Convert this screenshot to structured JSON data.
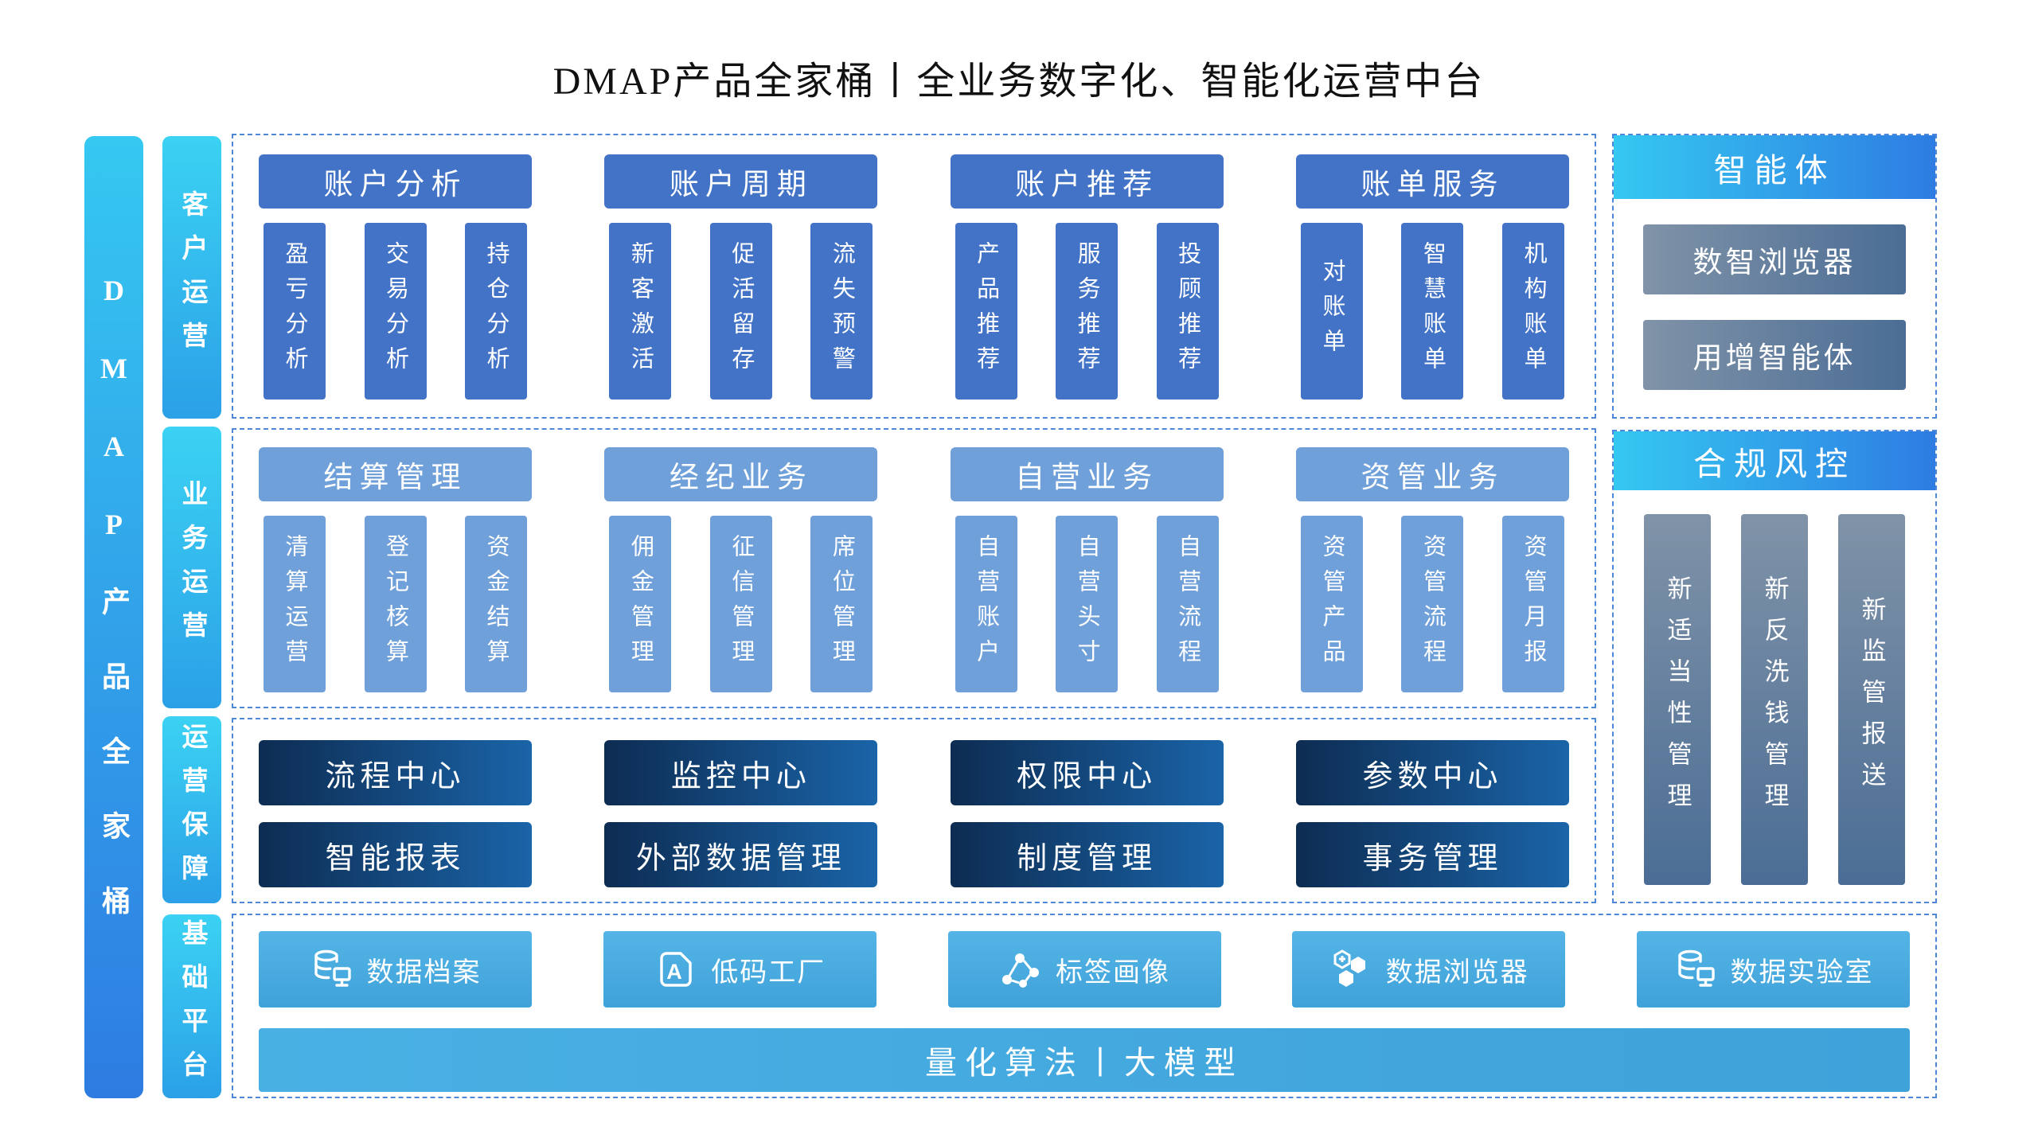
{
  "title": "DMAP产品全家桶丨全业务数字化、智能化运营中台",
  "left_bar": "DMAP产品全家桶",
  "row_labels": [
    "客户运营",
    "业务运营",
    "运营保障",
    "基础平台"
  ],
  "sections": {
    "customer_ops": {
      "groups": [
        {
          "header": "账户分析",
          "items": [
            "盈亏分析",
            "交易分析",
            "持仓分析"
          ]
        },
        {
          "header": "账户周期",
          "items": [
            "新客激活",
            "促活留存",
            "流失预警"
          ]
        },
        {
          "header": "账户推荐",
          "items": [
            "产品推荐",
            "服务推荐",
            "投顾推荐"
          ]
        },
        {
          "header": "账单服务",
          "items": [
            "对账单",
            "智慧账单",
            "机构账单"
          ]
        }
      ]
    },
    "business_ops": {
      "groups": [
        {
          "header": "结算管理",
          "items": [
            "清算运营",
            "登记核算",
            "资金结算"
          ]
        },
        {
          "header": "经纪业务",
          "items": [
            "佣金管理",
            "征信管理",
            "席位管理"
          ]
        },
        {
          "header": "自营业务",
          "items": [
            "自营账户",
            "自营头寸",
            "自营流程"
          ]
        },
        {
          "header": "资管业务",
          "items": [
            "资管产品",
            "资管流程",
            "资管月报"
          ]
        }
      ]
    },
    "ops_support": {
      "rows": [
        [
          "流程中心",
          "监控中心",
          "权限中心",
          "参数中心"
        ],
        [
          "智能报表",
          "外部数据管理",
          "制度管理",
          "事务管理"
        ]
      ]
    },
    "base_platform": {
      "items": [
        {
          "label": "数据档案",
          "icon": "database-monitor-icon"
        },
        {
          "label": "低码工厂",
          "icon": "lowcode-a-icon"
        },
        {
          "label": "标签画像",
          "icon": "network-nodes-icon"
        },
        {
          "label": "数据浏览器",
          "icon": "hexagon-cluster-icon"
        },
        {
          "label": "数据实验室",
          "icon": "database-monitor-icon"
        }
      ],
      "bottom_bar": "量化算法丨大模型"
    },
    "agent_panel": {
      "header": "智能体",
      "items": [
        "数智浏览器",
        "用增智能体"
      ]
    },
    "risk_panel": {
      "header": "合规风控",
      "items": [
        "新适当性管理",
        "新反洗钱管理",
        "新监管报送"
      ]
    }
  },
  "colors": {
    "accent-deep-blue": "#4273c6",
    "accent-mid-blue": "#6fa0d9",
    "navy-dark": "#0d2c52",
    "navy-light": "#1a64a8",
    "sky-blue": "#3fa2d9",
    "cyan": "#35c8f1",
    "blue": "#2e7ce2",
    "blue-label": "#2ba0e7",
    "steel-light": "#8093a8",
    "steel-dark": "#4b6d95",
    "dashed-border": "#4e86d8",
    "title-text": "#111111",
    "text-on-color": "#ffffff"
  }
}
